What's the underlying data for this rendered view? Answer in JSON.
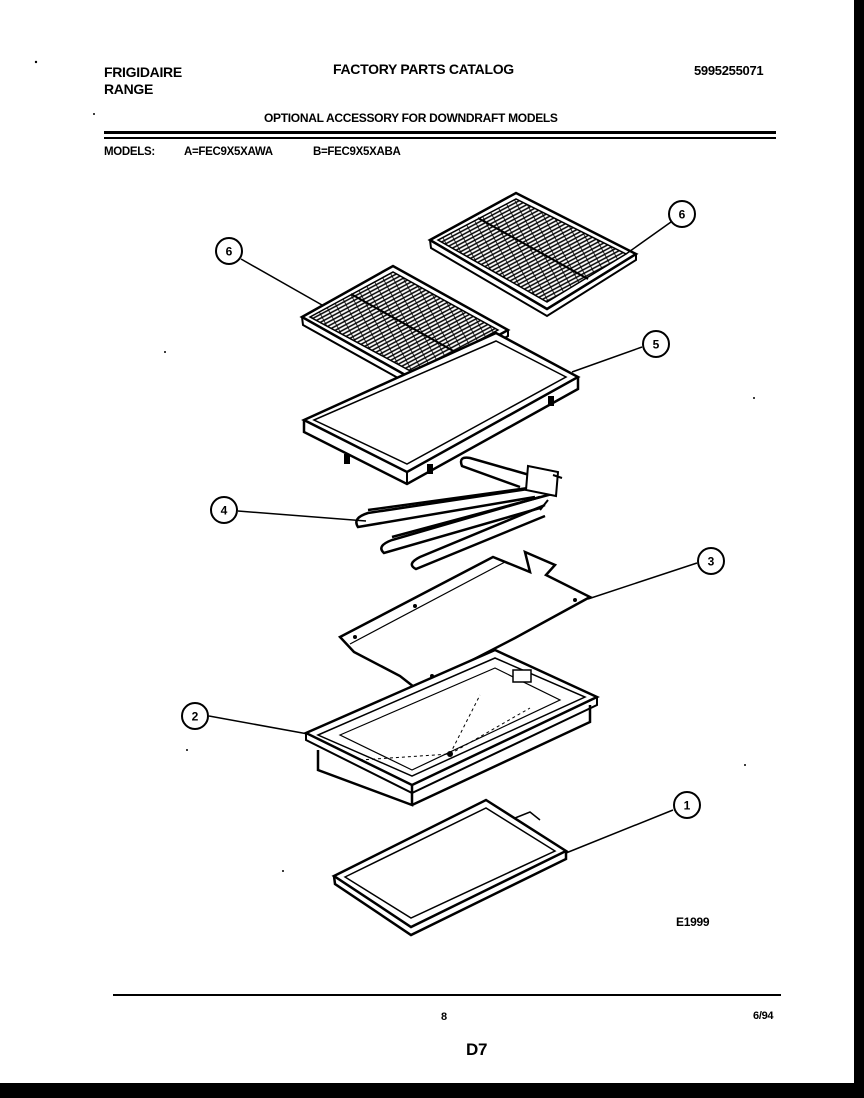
{
  "header": {
    "brand": "FRIGIDAIRE",
    "product": "RANGE",
    "catalog_title": "FACTORY PARTS CATALOG",
    "catalog_number": "5995255071",
    "subtitle": "OPTIONAL ACCESSORY FOR DOWNDRAFT MODELS",
    "models_label": "MODELS:",
    "model_a": "A=FEC9X5XAWA",
    "model_b": "B=FEC9X5XABA"
  },
  "callouts": [
    {
      "id": "callout-6-left",
      "number": "6"
    },
    {
      "id": "callout-6-right",
      "number": "6"
    },
    {
      "id": "callout-5",
      "number": "5"
    },
    {
      "id": "callout-4",
      "number": "4"
    },
    {
      "id": "callout-3",
      "number": "3"
    },
    {
      "id": "callout-2",
      "number": "2"
    },
    {
      "id": "callout-1",
      "number": "1"
    }
  ],
  "diagram_code": "E1999",
  "footer": {
    "page_number": "8",
    "date": "6/94",
    "section_code": "D7"
  }
}
